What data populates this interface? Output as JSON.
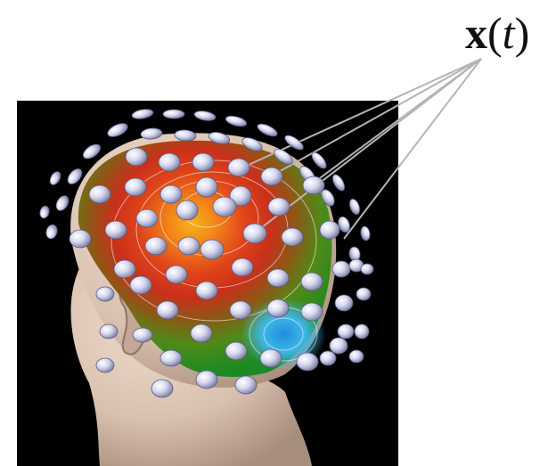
{
  "label": {
    "variable": "x",
    "open_paren": "(",
    "argument": "t",
    "close_paren": ")"
  },
  "colors": {
    "background_panel": "#000000",
    "skin": "#dcc5b4",
    "skin_shadow": "#a88f7f",
    "scalp_low": "#1f8a1b",
    "scalp_mid": "#d8321a",
    "scalp_high": "#f7a215",
    "scalp_cool": "#22a7e0",
    "electrode": "#c9cbe6",
    "electrode_shadow": "#7d7fa6",
    "pointer_line": "#b4b4b4"
  },
  "electrode_count_visible": 0
}
